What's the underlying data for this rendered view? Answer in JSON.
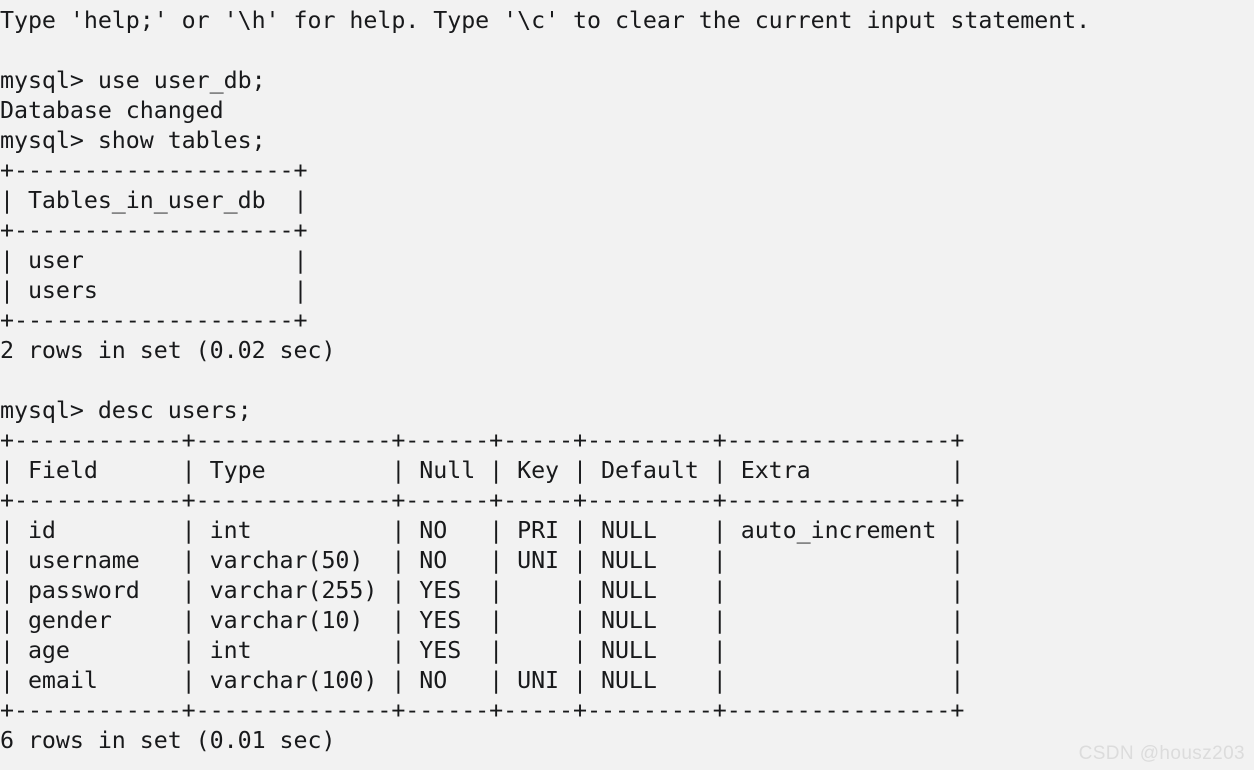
{
  "terminal": {
    "background_color": "#f2f2f2",
    "text_color": "#18191b",
    "help_line": "Type 'help;' or '\\h' for help. Type '\\c' to clear the current input statement.",
    "blank_line": "",
    "commands": [
      {
        "prompt": "mysql> ",
        "command": "use user_db;",
        "response": "Database changed"
      },
      {
        "prompt": "mysql> ",
        "command": "show tables;",
        "result_header": "Tables_in_user_db",
        "result_rows": [
          "user",
          "users"
        ],
        "status": "2 rows in set (0.02 sec)"
      },
      {
        "prompt": "mysql> ",
        "command": "desc users;",
        "status": "6 rows in set (0.01 sec)"
      }
    ],
    "show_tables_table": {
      "border_top": "+--------------------+",
      "header_row": "| Tables_in_user_db  |",
      "border_mid": "+--------------------+",
      "rows": [
        "| user               |",
        "| users              |"
      ],
      "border_bottom": "+--------------------+"
    },
    "desc_table": {
      "columns": [
        "Field",
        "Type",
        "Null",
        "Key",
        "Default",
        "Extra"
      ],
      "border": "+------------+--------------+------+-----+---------+----------------+",
      "header_row": "| Field      | Type         | Null | Key | Default | Extra          |",
      "rows": [
        {
          "field": "id",
          "type": "int",
          "null": "NO",
          "key": "PRI",
          "default": "NULL",
          "extra": "auto_increment",
          "line": "| id         | int          | NO   | PRI | NULL    | auto_increment |"
        },
        {
          "field": "username",
          "type": "varchar(50)",
          "null": "NO",
          "key": "UNI",
          "default": "NULL",
          "extra": "",
          "line": "| username   | varchar(50)  | NO   | UNI | NULL    |                |"
        },
        {
          "field": "password",
          "type": "varchar(255)",
          "null": "YES",
          "key": "",
          "default": "NULL",
          "extra": "",
          "line": "| password   | varchar(255) | YES  |     | NULL    |                |"
        },
        {
          "field": "gender",
          "type": "varchar(10)",
          "null": "YES",
          "key": "",
          "default": "NULL",
          "extra": "",
          "line": "| gender     | varchar(10)  | YES  |     | NULL    |                |"
        },
        {
          "field": "age",
          "type": "int",
          "null": "YES",
          "key": "",
          "default": "NULL",
          "extra": "",
          "line": "| age        | int          | YES  |     | NULL    |                |"
        },
        {
          "field": "email",
          "type": "varchar(100)",
          "null": "NO",
          "key": "UNI",
          "default": "NULL",
          "extra": "",
          "line": "| email      | varchar(100) | NO   | UNI | NULL    |                |"
        }
      ]
    },
    "lines": [
      "Type 'help;' or '\\h' for help. Type '\\c' to clear the current input statement.",
      "",
      "mysql> use user_db;",
      "Database changed",
      "mysql> show tables;",
      "+--------------------+",
      "| Tables_in_user_db  |",
      "+--------------------+",
      "| user               |",
      "| users              |",
      "+--------------------+",
      "2 rows in set (0.02 sec)",
      "",
      "mysql> desc users;",
      "+------------+--------------+------+-----+---------+----------------+",
      "| Field      | Type         | Null | Key | Default | Extra          |",
      "+------------+--------------+------+-----+---------+----------------+",
      "| id         | int          | NO   | PRI | NULL    | auto_increment |",
      "| username   | varchar(50)  | NO   | UNI | NULL    |                |",
      "| password   | varchar(255) | YES  |     | NULL    |                |",
      "| gender     | varchar(10)  | YES  |     | NULL    |                |",
      "| age        | int          | YES  |     | NULL    |                |",
      "| email      | varchar(100) | NO   | UNI | NULL    |                |",
      "+------------+--------------+------+-----+---------+----------------+",
      "6 rows in set (0.01 sec)"
    ]
  },
  "watermark": {
    "text": "CSDN @housz203",
    "color": "#dcdcdc"
  }
}
